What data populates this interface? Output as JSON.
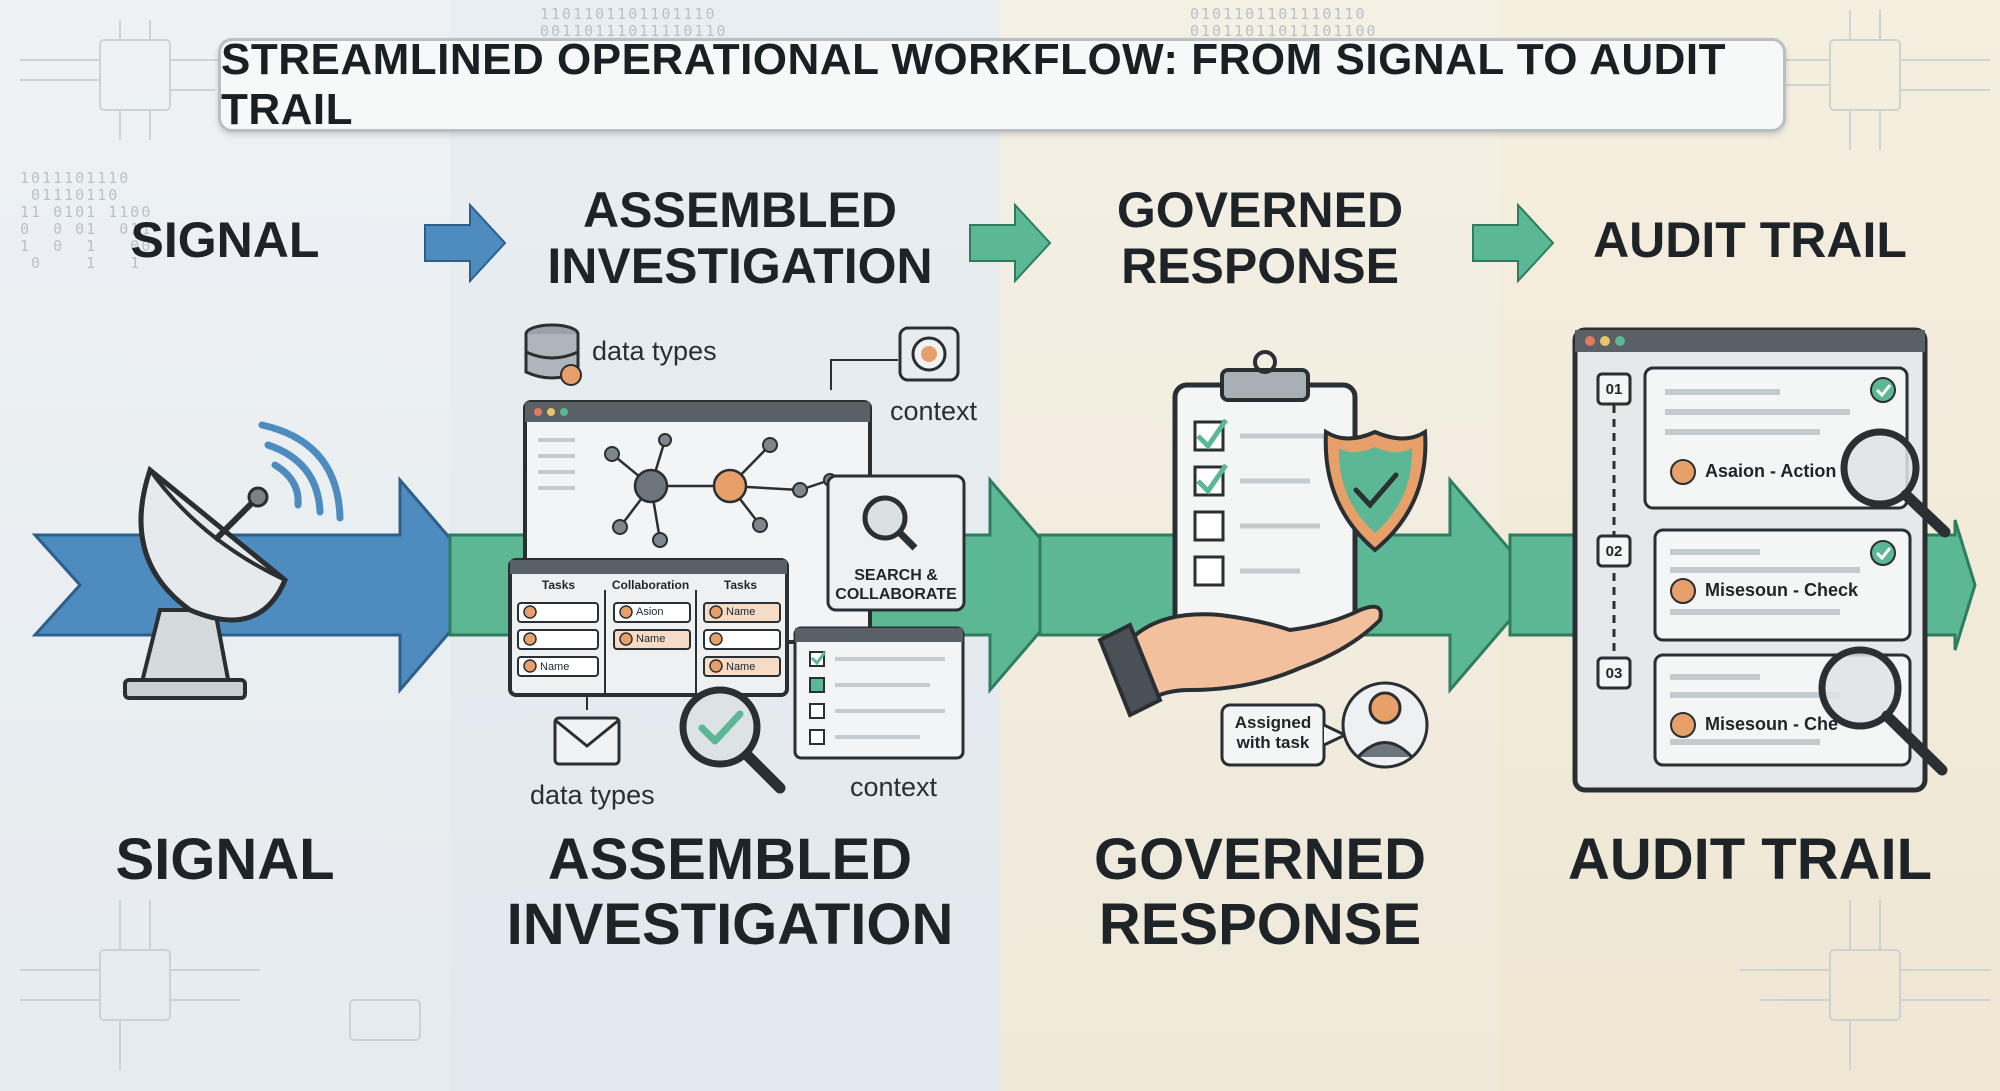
{
  "title": "STREAMLINED OPERATIONAL WORKFLOW: FROM SIGNAL TO AUDIT TRAIL",
  "stages_top": [
    "SIGNAL",
    "ASSEMBLED INVESTIGATION",
    "GOVERNED RESPONSE",
    "AUDIT TRAIL"
  ],
  "stages_bottom": [
    "SIGNAL",
    "ASSEMBLED INVESTIGATION",
    "GOVERNED RESPONSE",
    "AUDIT TRAIL"
  ],
  "investigation": {
    "data_types_top": "data types",
    "context_top": "context",
    "data_types_bottom": "data types",
    "context_bottom": "context",
    "search_collaborate": [
      "SEARCH &",
      "COLLABORATE"
    ],
    "board_headers": [
      "Tasks",
      "Collaboration",
      "Tasks"
    ],
    "board_cells": [
      [
        "",
        "Asion",
        "Name"
      ],
      [
        "",
        "Name",
        ""
      ],
      [
        "Name",
        "",
        "Name"
      ]
    ]
  },
  "response": {
    "assigned_label": [
      "Assigned",
      "with task"
    ]
  },
  "audit": {
    "entries": [
      {
        "step": "01",
        "label": "Asaion - Action"
      },
      {
        "step": "02",
        "label": "Misesoun - Check"
      },
      {
        "step": "03",
        "label": "Misesoun - Che"
      }
    ]
  },
  "colors": {
    "blue_arrow": "#4e8cc0",
    "green_arrow": "#5cb894",
    "accent_orange": "#e7a06a"
  }
}
